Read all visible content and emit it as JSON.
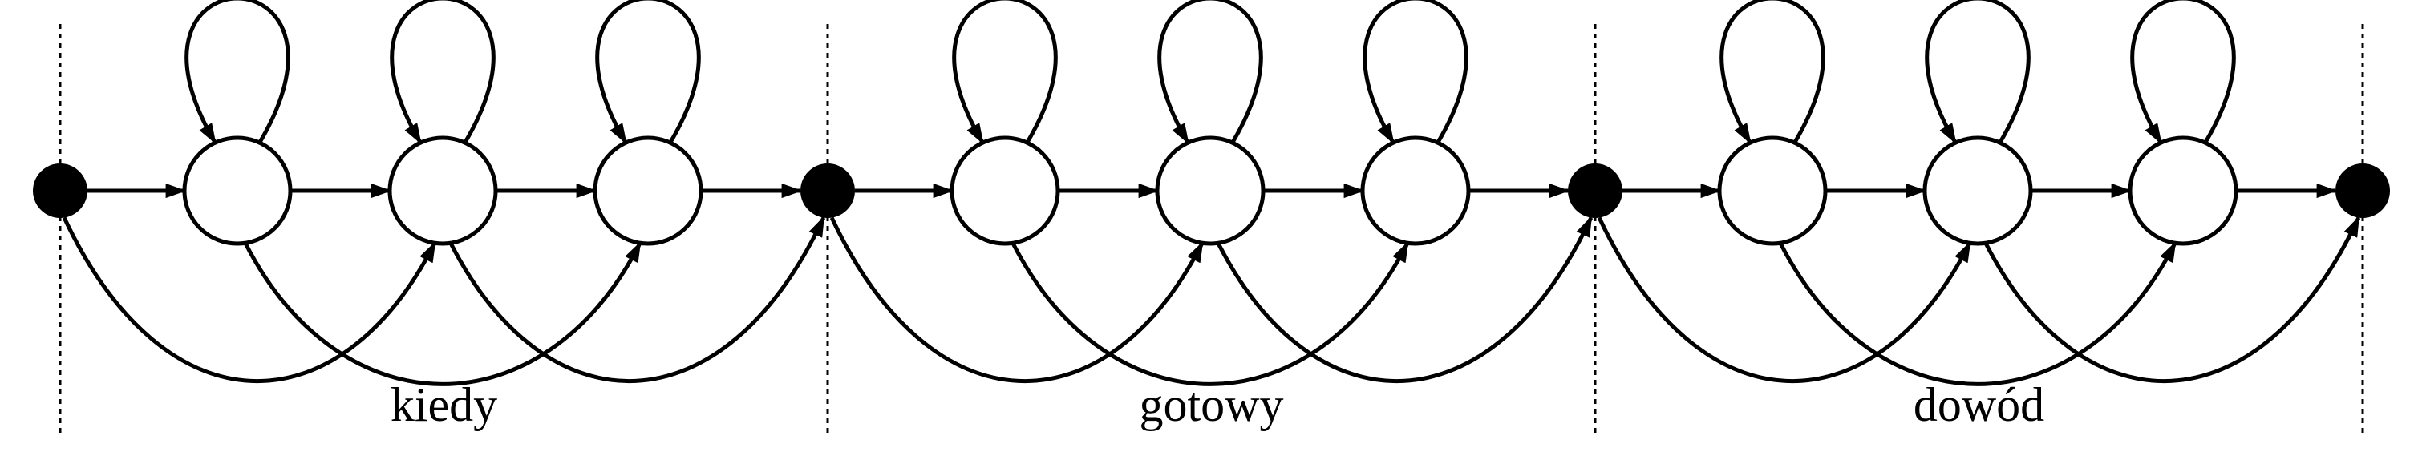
{
  "words": [
    {
      "label": "kiedy"
    },
    {
      "label": "gotowy"
    },
    {
      "label": "dowód"
    }
  ],
  "states_per_word": 3,
  "colors": {
    "stroke": "#000000",
    "boundary_fill": "#000000",
    "state_fill": "#ffffff"
  }
}
